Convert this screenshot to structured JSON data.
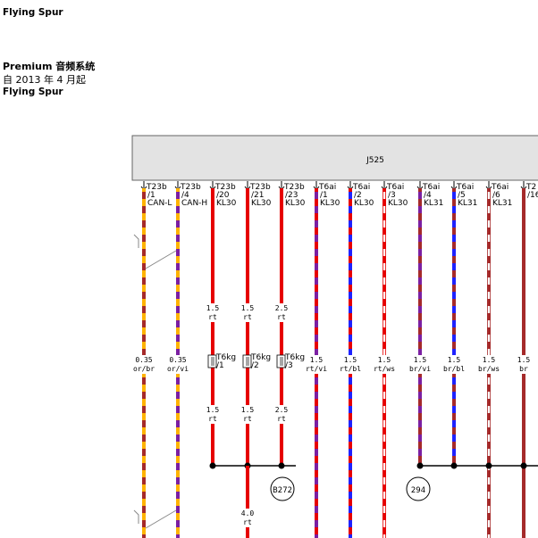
{
  "header": {
    "model_top": "Flying Spur",
    "section_title": "Premium 音频系统",
    "date_line": "自 2013 年 4 月起",
    "model_bottom": "Flying Spur"
  },
  "diagram": {
    "module": "J525",
    "pins": [
      {
        "conn": "T23b",
        "num": "/1",
        "term": "CAN-L"
      },
      {
        "conn": "T23b",
        "num": "/4",
        "term": "CAN-H"
      },
      {
        "conn": "T23b",
        "num": "/20",
        "term": "KL30"
      },
      {
        "conn": "T23b",
        "num": "/21",
        "term": "KL30"
      },
      {
        "conn": "T23b",
        "num": "/23",
        "term": "KL30"
      },
      {
        "conn": "T6ai",
        "num": "/1",
        "term": "KL30"
      },
      {
        "conn": "T6ai",
        "num": "/2",
        "term": "KL30"
      },
      {
        "conn": "T6ai",
        "num": "/3",
        "term": "KL30"
      },
      {
        "conn": "T6ai",
        "num": "/4",
        "term": "KL31"
      },
      {
        "conn": "T6ai",
        "num": "/5",
        "term": "KL31"
      },
      {
        "conn": "T6ai",
        "num": "/6",
        "term": "KL31"
      },
      {
        "conn": "T2",
        "num": "/16",
        "term": ""
      }
    ],
    "upper_wire_labels": [
      {
        "size": "1.5",
        "color": "rt"
      },
      {
        "size": "1.5",
        "color": "rt"
      },
      {
        "size": "2.5",
        "color": "rt"
      }
    ],
    "mid_wire_labels": [
      {
        "size": "0.35",
        "color": "or/br"
      },
      {
        "size": "0.35",
        "color": "or/vi"
      },
      {
        "size": "1.5",
        "color": "rt/vi"
      },
      {
        "size": "1.5",
        "color": "rt/bl"
      },
      {
        "size": "1.5",
        "color": "rt/ws"
      },
      {
        "size": "1.5",
        "color": "br/vi"
      },
      {
        "size": "1.5",
        "color": "br/bl"
      },
      {
        "size": "1.5",
        "color": "br/ws"
      },
      {
        "size": "1.5",
        "color": "br"
      }
    ],
    "connectors": [
      {
        "name": "T6kg",
        "pin": "/1"
      },
      {
        "name": "T6kg",
        "pin": "/2"
      },
      {
        "name": "T6kg",
        "pin": "/3"
      }
    ],
    "lower_wire_labels": [
      {
        "size": "1.5",
        "color": "rt"
      },
      {
        "size": "1.5",
        "color": "rt"
      },
      {
        "size": "2.5",
        "color": "rt"
      }
    ],
    "junctions": [
      "B272",
      "294"
    ],
    "bottom_wire_label": {
      "size": "4.0",
      "color": "rt"
    },
    "colors": {
      "red": "#e60000",
      "orange": "#ffb300",
      "brown": "#a52a2a",
      "purple": "#7b1fa2",
      "blue": "#1e22ff",
      "white": "#ffffff",
      "box_fill": "#e3e3e3"
    }
  }
}
